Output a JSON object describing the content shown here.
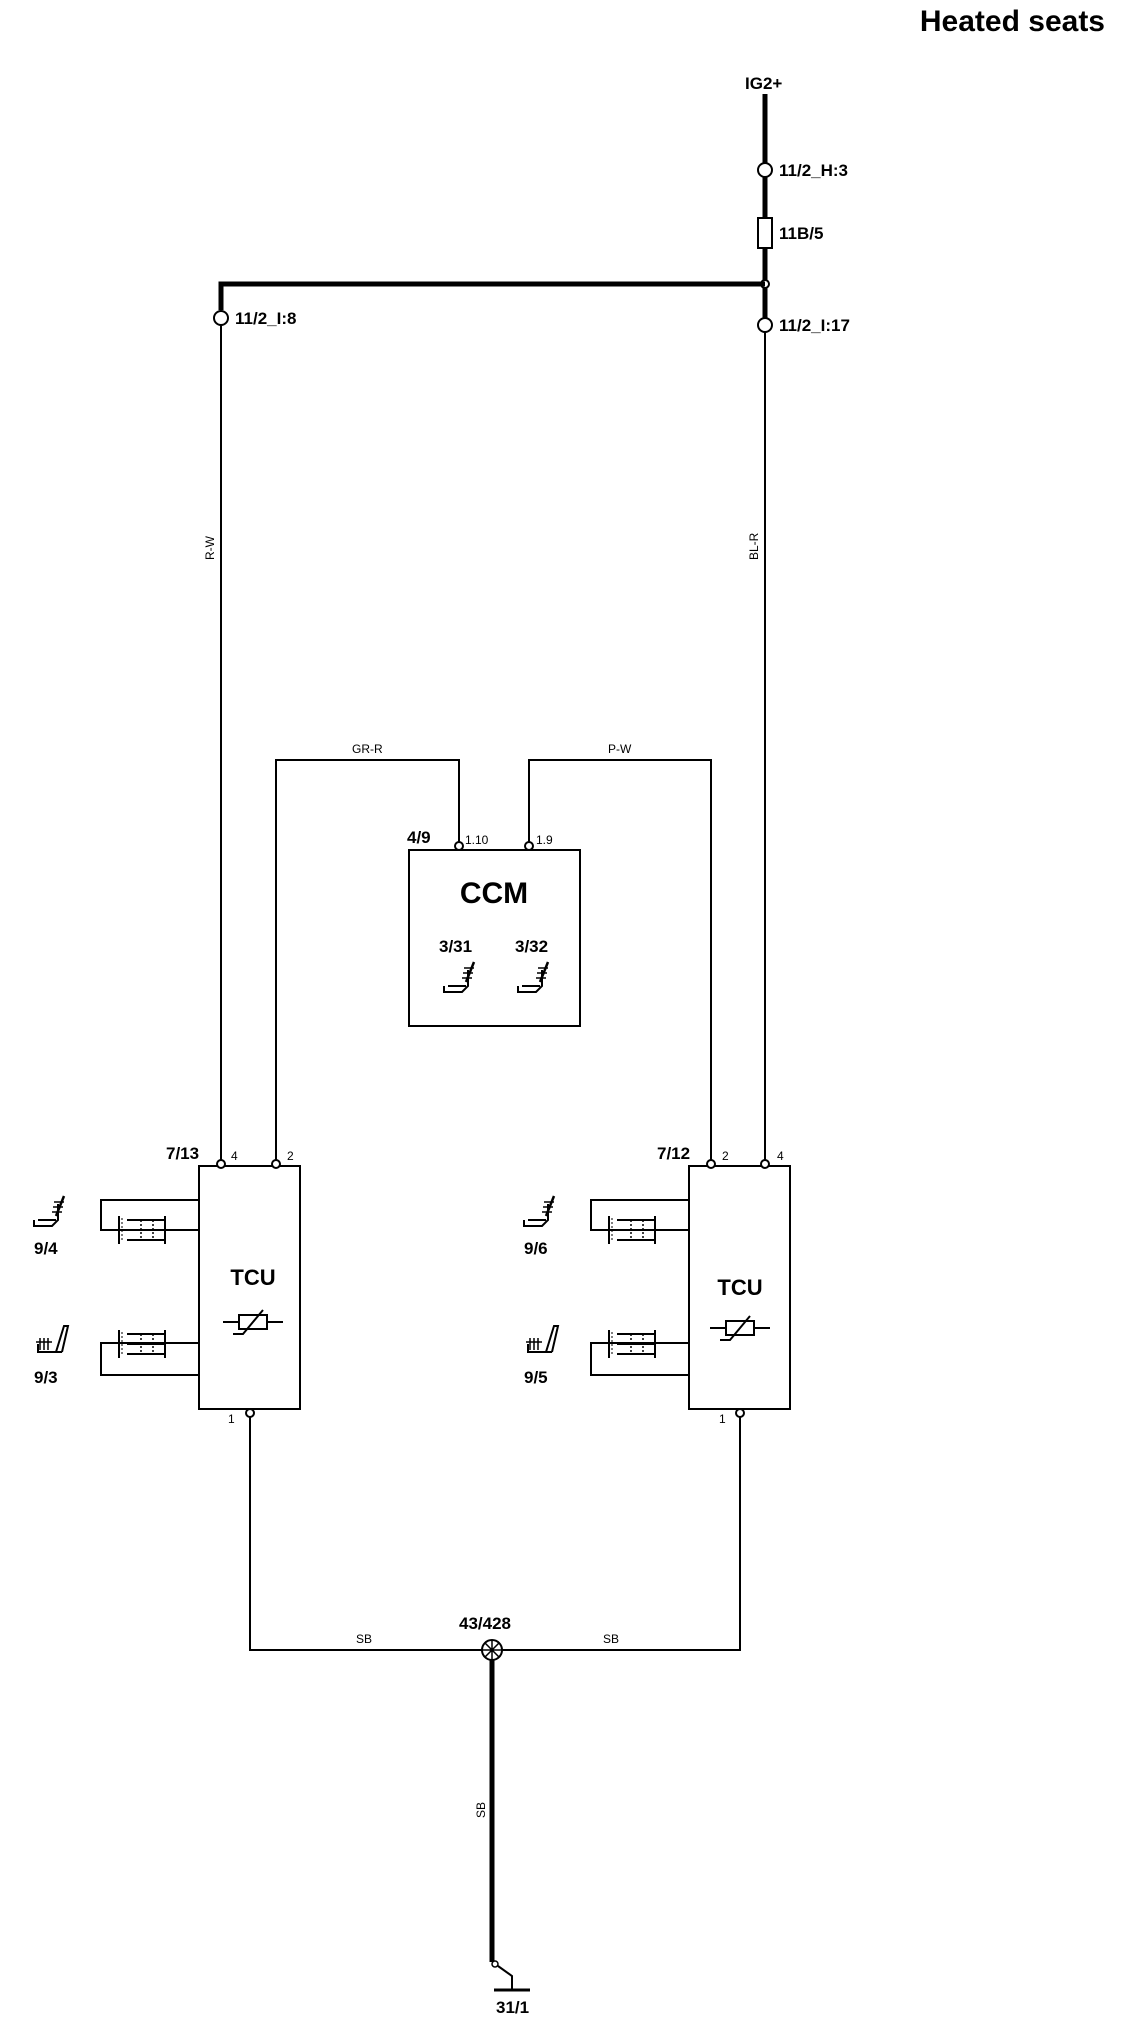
{
  "title": "Heated seats",
  "power": {
    "supply": "IG2+",
    "connector_h3": "11/2_H:3",
    "fuse": "11B/5",
    "connector_i8": "11/2_I:8",
    "connector_i17": "11/2_I:17"
  },
  "wires": {
    "left_supply": "R-W",
    "right_supply": "BL-R",
    "left_signal": "GR-R",
    "right_signal": "P-W",
    "ground_left": "SB",
    "ground_right": "SB",
    "ground_main": "SB"
  },
  "ccm": {
    "ref": "4/9",
    "name": "CCM",
    "pin_a": "1.10",
    "pin_b": "1.9",
    "switch_left": "3/31",
    "switch_right": "3/32"
  },
  "tcu_left": {
    "ref": "7/13",
    "name": "TCU",
    "pin_supply": "4",
    "pin_signal": "2",
    "pin_ground": "1",
    "seat_back": "9/4",
    "seat_cushion": "9/3"
  },
  "tcu_right": {
    "ref": "7/12",
    "name": "TCU",
    "pin_signal": "2",
    "pin_supply": "4",
    "pin_ground": "1",
    "seat_back": "9/6",
    "seat_cushion": "9/5"
  },
  "ground": {
    "splice": "43/428",
    "point": "31/1"
  },
  "icons": [
    "seat-back-heater-icon",
    "seat-cushion-heater-icon",
    "heating-element-icon",
    "thermistor-icon",
    "splice-icon",
    "ground-icon",
    "fuse-icon"
  ]
}
